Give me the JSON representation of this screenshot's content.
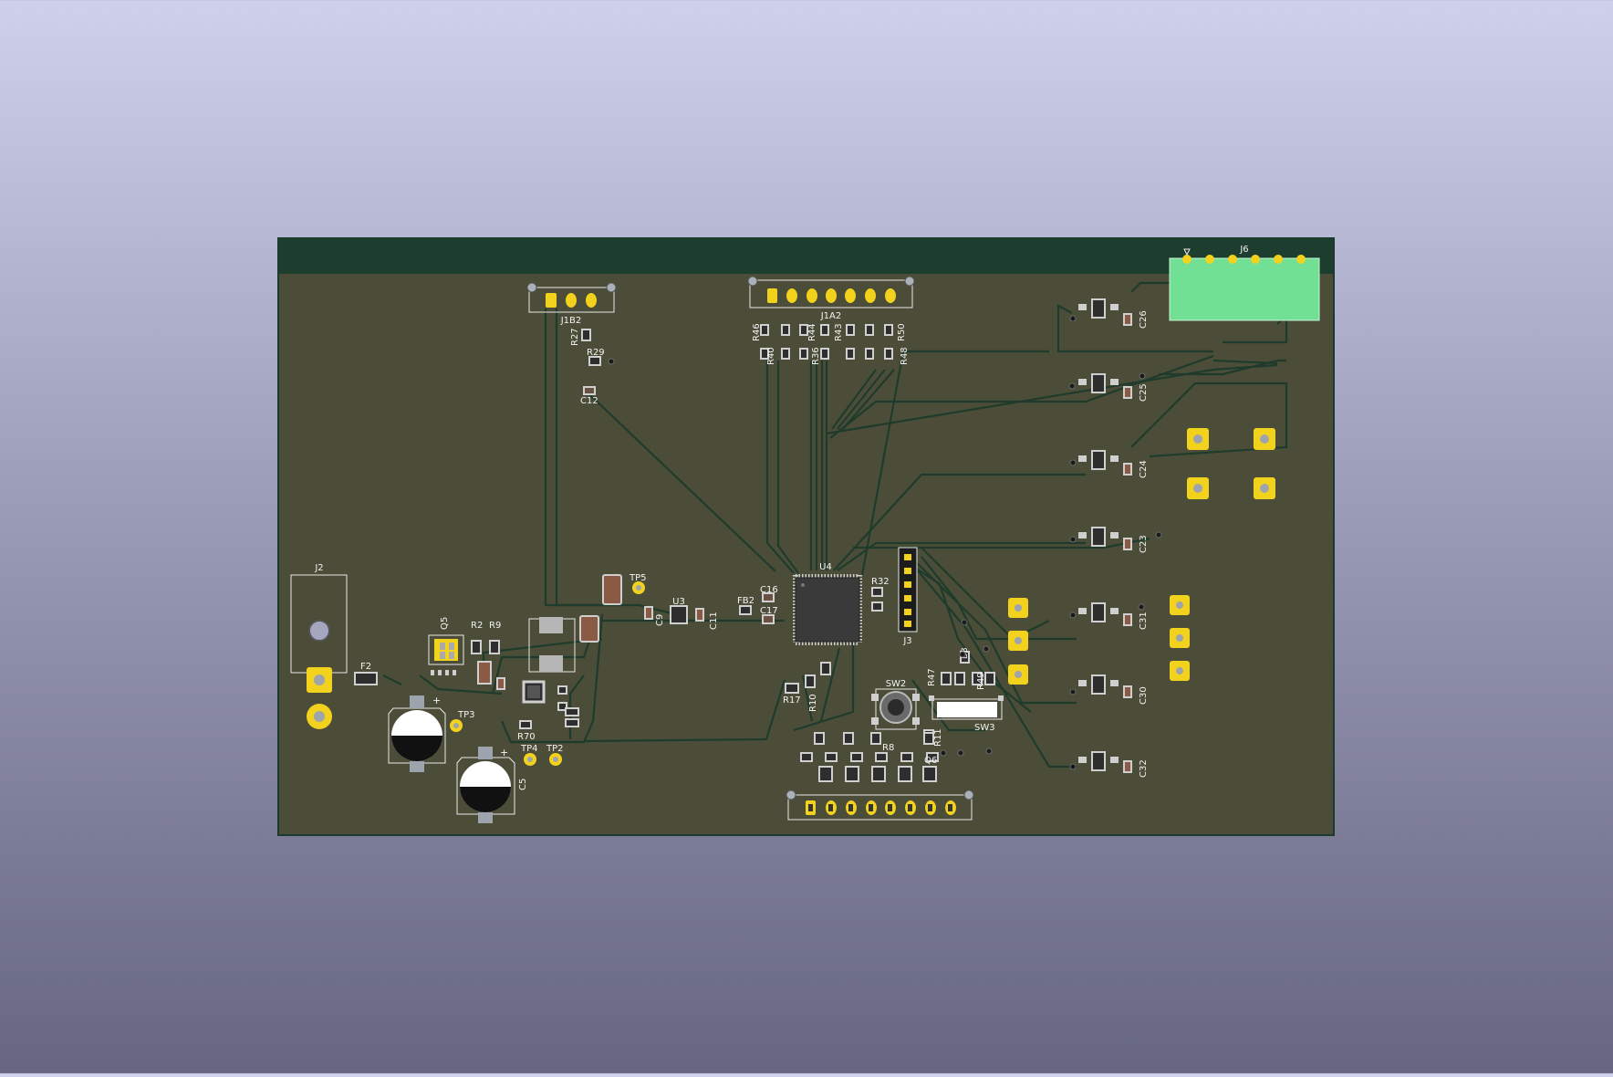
{
  "viewer": {
    "background_top": "#cfd0ec",
    "background_bottom": "#666680"
  },
  "board": {
    "colors": {
      "substrate": "#4b4d38",
      "edge": "#1d3a2e",
      "trace": "#1f3b2b",
      "pad_gold": "#f2d21c",
      "smd_pad": "#c9c9c9",
      "ic_body": "#2e2e2e",
      "capacitor_body": "#8a5a44",
      "silkscreen": "#f2f2f2",
      "connector_green": "#72e094"
    },
    "labels": {
      "j6": "J6",
      "j1b2": "J1B2",
      "j1a2": "J1A2",
      "j2": "J2",
      "j3": "J3",
      "u3": "U3",
      "u4": "U4",
      "q5": "Q5",
      "q6": "Q6",
      "f2": "F2",
      "fb2": "FB2",
      "sw2": "SW2",
      "sw3": "SW3",
      "tp2": "TP2",
      "tp3": "TP3",
      "tp4": "TP4",
      "tp5": "TP5",
      "r2": "R2",
      "r8": "R8",
      "r9": "R9",
      "r10": "R10",
      "r11": "R11",
      "r17": "R17",
      "r27": "R27",
      "r29": "R29",
      "r32": "R32",
      "r36": "R36",
      "r40": "R40",
      "r43": "R43",
      "r44": "R44",
      "r46": "R46",
      "r47": "R47",
      "r48": "R48",
      "r49": "R49",
      "r50": "R50",
      "r70": "R70",
      "c5": "C5",
      "c9": "C9",
      "c11": "C11",
      "c12": "C12",
      "c16": "C16",
      "c17": "C17",
      "c23": "C23",
      "c24": "C24",
      "c25": "C25",
      "c26": "C26",
      "c30": "C30",
      "c31": "C31",
      "c32": "C32",
      "d3": "D3"
    }
  }
}
